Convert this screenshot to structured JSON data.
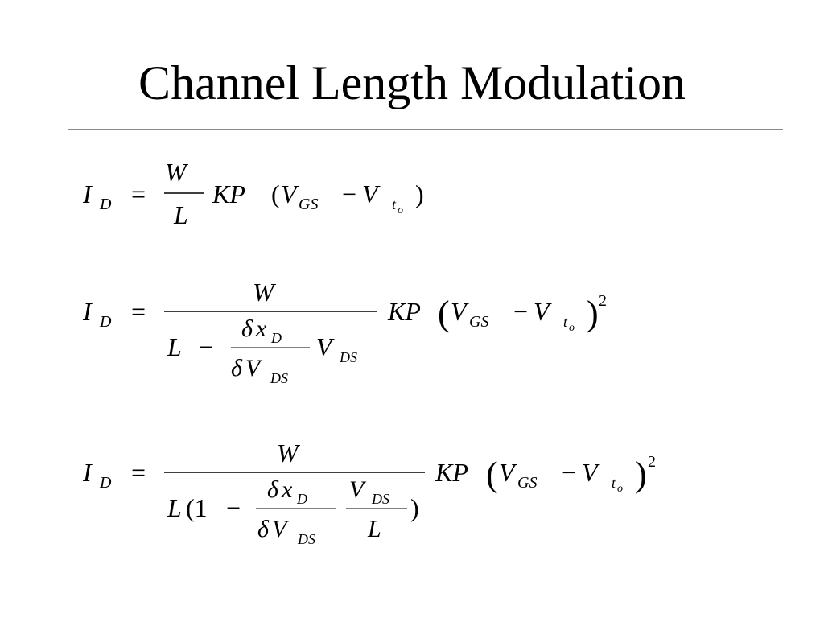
{
  "slide": {
    "title": "Channel Length Modulation"
  },
  "equations": {
    "eq1": {
      "I": "I",
      "D_sub": "D",
      "equals": "=",
      "W": "W",
      "L": "L",
      "KP": "KP",
      "lparen": "(",
      "V1": "V",
      "GS_sub": "GS",
      "minus": "−",
      "V2": "V",
      "t_sub": "t",
      "o_sub": "o",
      "rparen": ")"
    },
    "eq2": {
      "I": "I",
      "D_sub": "D",
      "equals": "=",
      "W": "W",
      "L": "L",
      "minus_den": "−",
      "delta_top": "δ",
      "x": "x",
      "xD_sub": "D",
      "delta_bot": "δ",
      "Vb": "V",
      "DS_sub_b": "DS",
      "Vds": "V",
      "DS_sub": "DS",
      "KP": "KP",
      "lparen": "(",
      "V1": "V",
      "GS_sub": "GS",
      "minus": "−",
      "V2": "V",
      "t_sub": "t",
      "o_sub": "o",
      "rparen": ")",
      "sq": "2"
    },
    "eq3": {
      "I": "I",
      "D_sub": "D",
      "equals": "=",
      "W": "W",
      "L": "L",
      "lparen_den": "(1",
      "minus_den": "−",
      "delta_top": "δ",
      "x": "x",
      "xD_sub": "D",
      "delta_bot": "δ",
      "Vb": "V",
      "DS_sub_b": "DS",
      "Vn": "V",
      "DS_sub_n": "DS",
      "Ln": "L",
      "rparen_den": ")",
      "KP": "KP",
      "lparen": "(",
      "V1": "V",
      "GS_sub": "GS",
      "minus": "−",
      "V2": "V",
      "t_sub": "t",
      "o_sub": "o",
      "rparen": ")",
      "sq": "2"
    }
  }
}
